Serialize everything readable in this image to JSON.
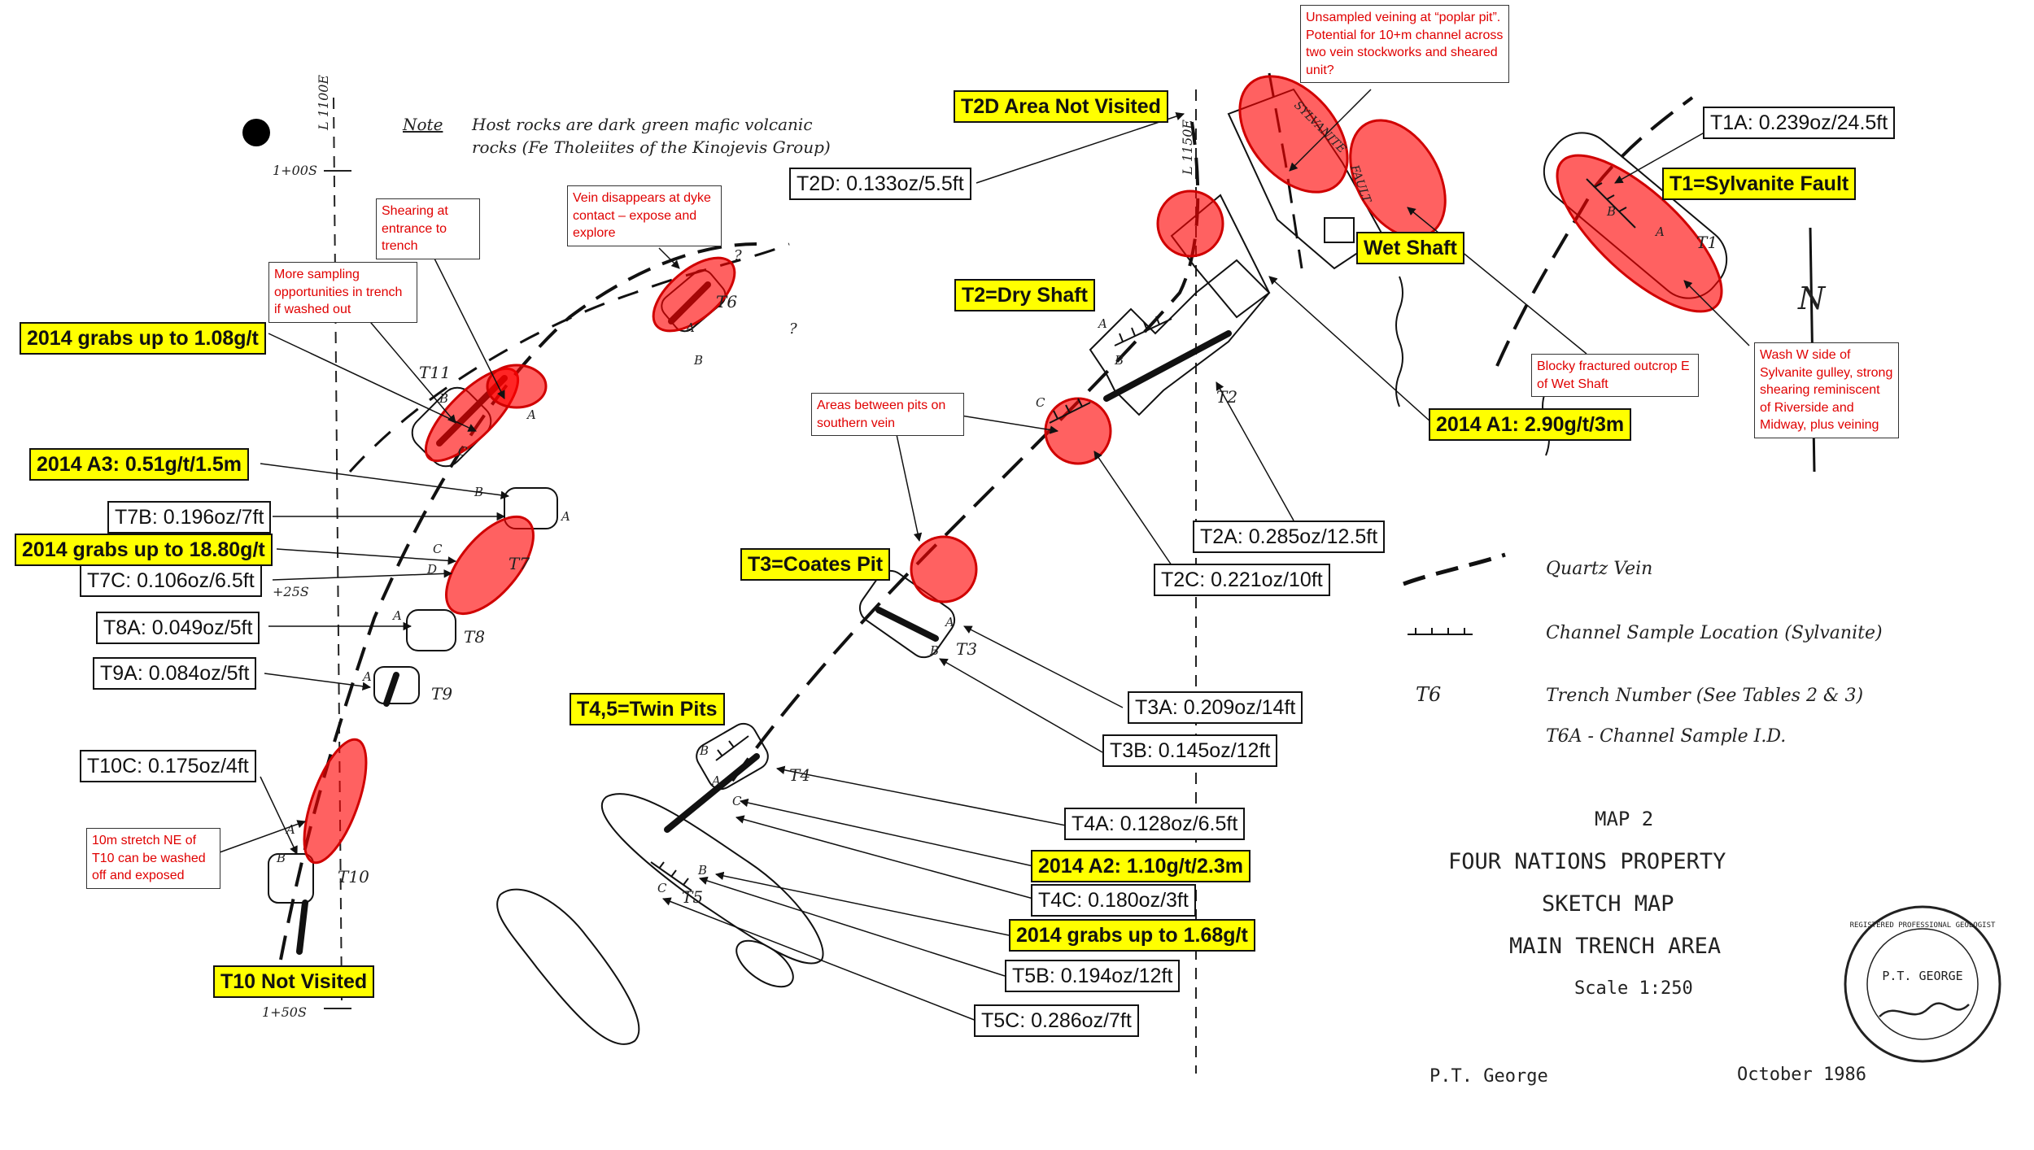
{
  "map": {
    "note_label": "Note",
    "note_line1": "Host rocks are dark green mafic volcanic",
    "note_line2": "rocks (Fe Tholeiites of the Kinojevis Group)",
    "grid_top_label": "1+00S",
    "grid_left_label": "L 1100E",
    "grid_right_label": "L 1150E",
    "grid_mid_label": "+25S",
    "grid_bottom_label": "1+50S",
    "trench_labels": [
      "T11",
      "T6",
      "T7",
      "T8",
      "T9",
      "T10",
      "T2",
      "T3",
      "T4",
      "T5",
      "T1"
    ],
    "sample_letters": [
      "A",
      "B",
      "C",
      "D"
    ],
    "fault_label": "FAULT",
    "sylvanite_label": "SYLVANITE",
    "north_symbol": "N",
    "question_mark": "?"
  },
  "legend": {
    "quartz_vein": "Quartz Vein",
    "channel_sample": "Channel Sample Location (Sylvanite)",
    "trench_symbol": "T6",
    "trench_number": "Trench Number (See Tables 2 & 3)",
    "channel_id": "T6A - Channel Sample I.D."
  },
  "title_block": {
    "map_no": "MAP 2",
    "line1": "FOUR NATIONS PROPERTY",
    "line2": "SKETCH MAP",
    "line3": "MAIN TRENCH AREA",
    "scale": "Scale  1:250",
    "author": "P.T. George",
    "date": "October 1986",
    "seal_name": "P.T. GEORGE",
    "seal_ring": "REGISTERED PROFESSIONAL GEOLOGIST"
  },
  "labels": {
    "t2d_area": "T2D Area Not Visited",
    "t2d": "T2D: 0.133oz/5.5ft",
    "t1a": "T1A: 0.239oz/24.5ft",
    "t1": "T1=Sylvanite Fault",
    "wet_shaft": "Wet Shaft",
    "t2_dry": "T2=Dry Shaft",
    "a1": "2014 A1: 2.90g/t/3m",
    "t2a": "T2A:  0.285oz/12.5ft",
    "t2c": "T2C: 0.221oz/10ft",
    "t3_coates": "T3=Coates Pit",
    "t3a": "T3A: 0.209oz/14ft",
    "t3b": "T3B: 0.145oz/12ft",
    "t45": "T4,5=Twin Pits",
    "t4a": "T4A: 0.128oz/6.5ft",
    "a2": "2014 A2: 1.10g/t/2.3m",
    "t4c": "T4C: 0.180oz/3ft",
    "grabs168": "2014 grabs up to 1.68g/t",
    "t5b": "T5B: 0.194oz/12ft",
    "t5c": "T5C: 0.286oz/7ft",
    "grabs108": "2014 grabs up to 1.08g/t",
    "a3": "2014 A3: 0.51g/t/1.5m",
    "t7b": "T7B: 0.196oz/7ft",
    "grabs1880": "2014 grabs up to 18.80g/t",
    "t7c": "T7C: 0.106oz/6.5ft",
    "t8a": "T8A: 0.049oz/5ft",
    "t9a": "T9A: 0.084oz/5ft",
    "t10c": "T10C: 0.175oz/4ft",
    "t10": "T10 Not Visited"
  },
  "notes": {
    "unsampled": "Unsampled veining at “poplar pit”. Potential for 10+m channel across two vein stockworks and sheared unit?",
    "shearing": "Shearing at entrance to trench",
    "vein_dis": "Vein disappears at dyke contact – expose and explore",
    "more_samp": "More sampling opportunities in trench if washed out",
    "blocky": "Blocky fractured outcrop E of Wet Shaft",
    "wash_w": "Wash W side of Sylvanite gulley, strong shearing reminiscent of Riverside and Midway, plus veining",
    "between": "Areas between pits on southern vein",
    "tenm": "10m stretch NE of T10 can be washed off and exposed"
  },
  "colors": {
    "highlight_fill": "#ff0000",
    "label_highlight": "#ffff00",
    "note_text": "#e00000"
  }
}
